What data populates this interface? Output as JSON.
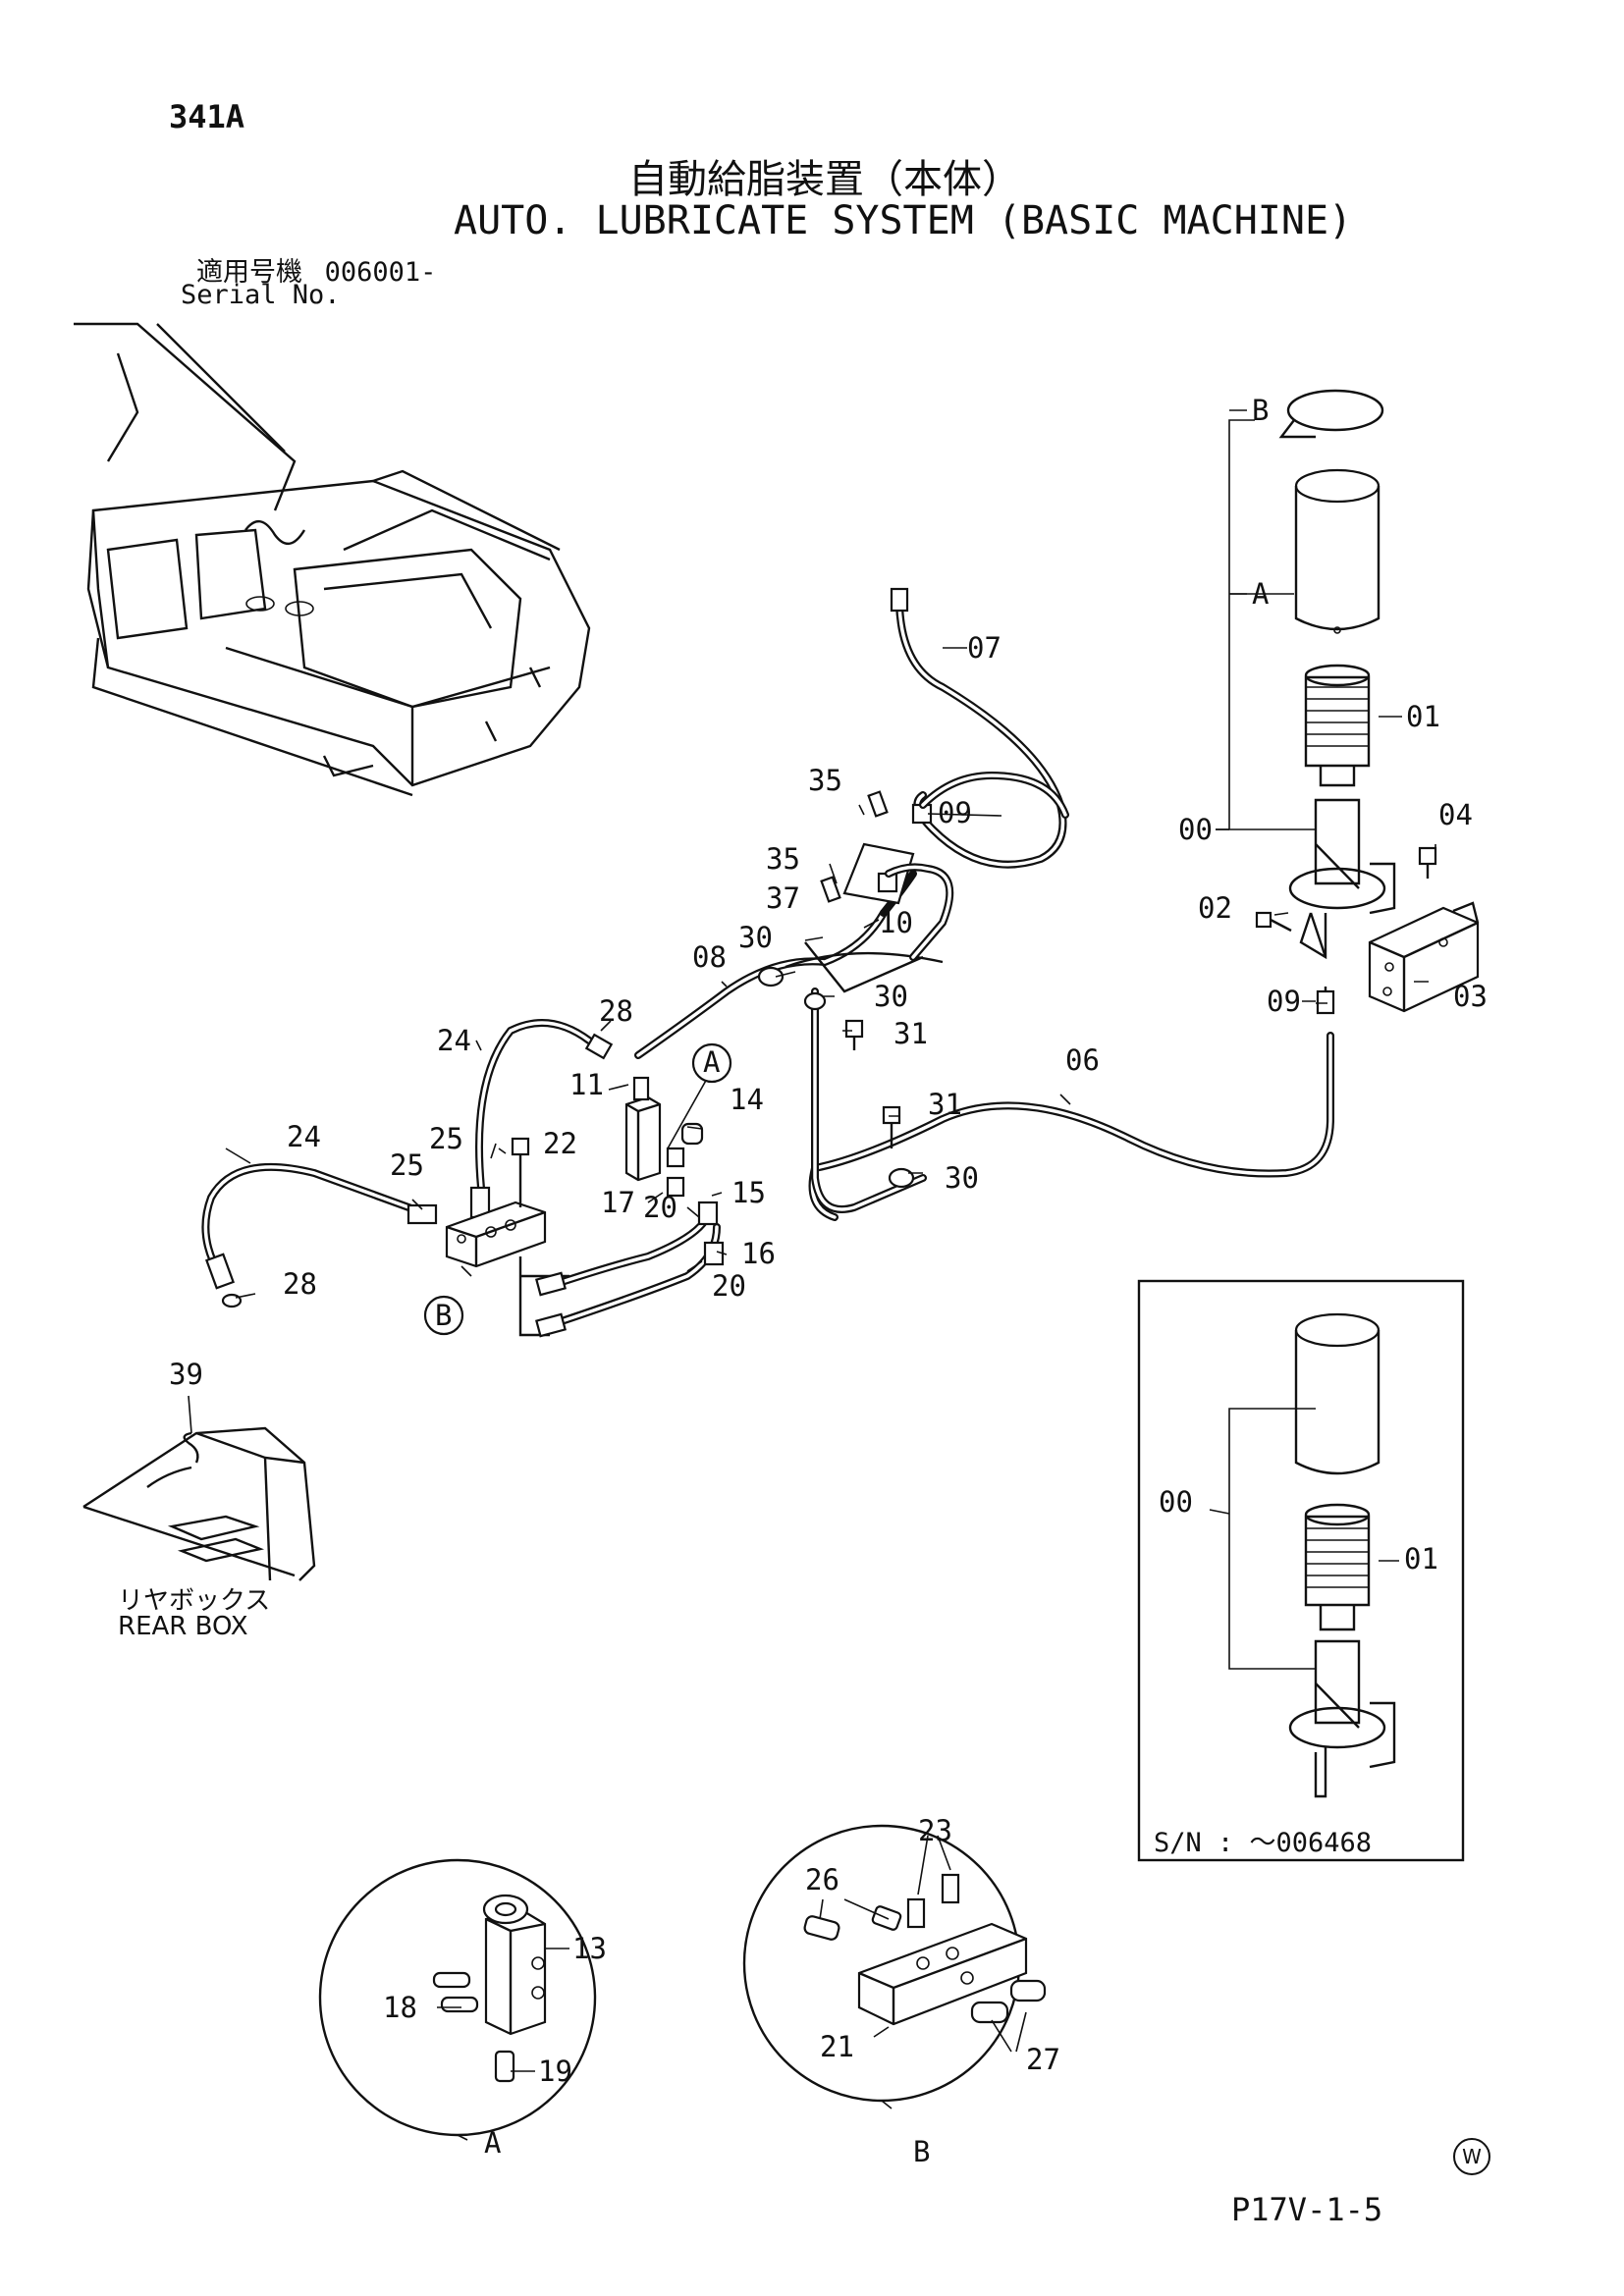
{
  "header": {
    "page_code": "341A",
    "title_jp": "自動給脂装置（本体）",
    "title_en": "AUTO. LUBRICATE SYSTEM (BASIC MACHINE)",
    "serial_label_jp": "適用号機",
    "serial_value": "006001-",
    "serial_label_en": "Serial No."
  },
  "callouts": {
    "b_top": "B",
    "a_top": "A",
    "p01": "01",
    "p00": "00",
    "p04": "04",
    "p02": "02",
    "p03": "03",
    "p09a": "09",
    "p09b": "09",
    "p07": "07",
    "p35a": "35",
    "p35b": "35",
    "p37": "37",
    "p10": "10",
    "p30a": "30",
    "p30b": "30",
    "p30c": "30",
    "p08": "08",
    "p31a": "31",
    "p31b": "31",
    "p06": "06",
    "p28a": "28",
    "p28b": "28",
    "p24a": "24",
    "p24b": "24",
    "p11": "11",
    "p14": "14",
    "p25a": "25",
    "p25b": "25",
    "p22": "22",
    "p15": "15",
    "p17": "17",
    "p20a": "20",
    "p20b": "20",
    "p16": "16",
    "p39": "39",
    "pA": "A",
    "pB": "B",
    "inset_00": "00",
    "inset_01": "01",
    "detA_13": "13",
    "detA_18": "18",
    "detA_19": "19",
    "detB_26": "26",
    "detB_23": "23",
    "detB_21": "21",
    "detB_27": "27"
  },
  "rear_box": {
    "label_jp": "リヤボックス",
    "label_en": "REAR BOX"
  },
  "inset": {
    "serial_text": "S/N :  ～006468"
  },
  "details": {
    "a_label": "A",
    "b_label": "B"
  },
  "footer": {
    "page_ref": "P17V-1-5",
    "mark": "W"
  }
}
